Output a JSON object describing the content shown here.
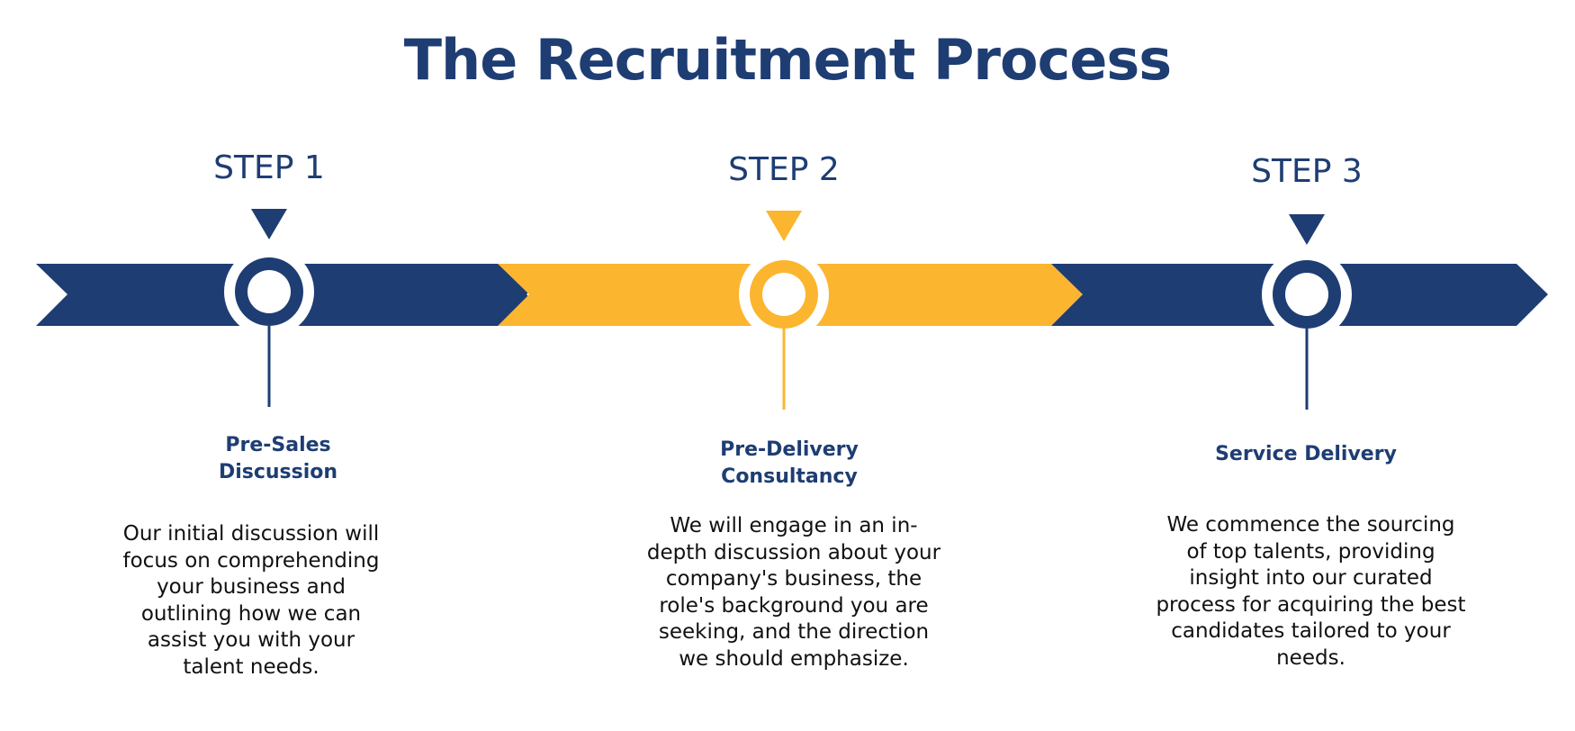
{
  "title": "The Recruitment Process",
  "colors": {
    "navy": "#1e3d73",
    "gold": "#fbb52f",
    "white": "#ffffff",
    "text": "#111111"
  },
  "steps": [
    {
      "step_label": "STEP 1",
      "color": "navy",
      "heading_lines": [
        "Pre-Sales",
        "Discussion"
      ],
      "description": "Our initial discussion will focus on comprehending your business and outlining how we can assist you with your talent needs."
    },
    {
      "step_label": "STEP 2",
      "color": "gold",
      "heading_lines": [
        "Pre-Delivery",
        "Consultancy"
      ],
      "description": "We will engage in an in-depth discussion about your company's business, the role's background you are seeking, and the direction we should emphasize."
    },
    {
      "step_label": "STEP 3",
      "color": "navy",
      "heading_lines": [
        "Service Delivery"
      ],
      "description": "We commence the sourcing of top talents, providing insight into our curated process for acquiring the best candidates tailored to your needs."
    }
  ]
}
